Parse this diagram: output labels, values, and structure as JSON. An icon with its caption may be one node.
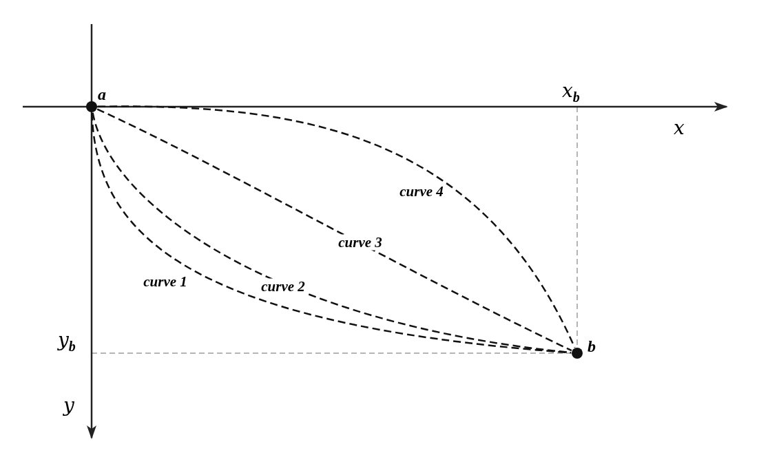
{
  "diagram": {
    "nodes": [
      {
        "text": [],
        "shape": "circle",
        "beside": [
          "a"
        ]
      },
      {
        "text": [],
        "shape": "circle",
        "beside": [
          "b"
        ]
      }
    ],
    "edges": [
      {
        "from": 0,
        "to": 1,
        "arrow": "none",
        "style": "dashed",
        "label": "curve 1"
      },
      {
        "from": 0,
        "to": 1,
        "arrow": "none",
        "style": "dashed",
        "label": "curve 2"
      },
      {
        "from": 0,
        "to": 1,
        "arrow": "none",
        "style": "dashed",
        "label": "curve 3"
      },
      {
        "from": 0,
        "to": 1,
        "arrow": "none",
        "style": "dashed",
        "label": "curve 4"
      }
    ],
    "labels": [
      "x$_{b}$",
      "x",
      "y$_{b}$",
      "y"
    ]
  }
}
